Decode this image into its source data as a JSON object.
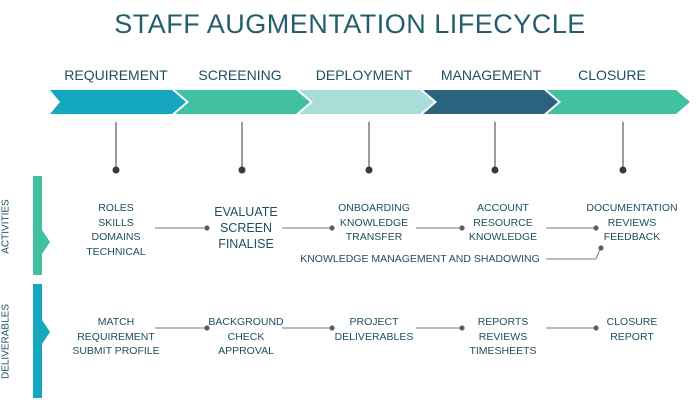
{
  "title": "STAFF AUGMENTATION LIFECYCLE",
  "phases": [
    {
      "label": "REQUIREMENT",
      "color": "#14a7be"
    },
    {
      "label": "SCREENING",
      "color": "#42c0a2"
    },
    {
      "label": "DEPLOYMENT",
      "color": "#a9ddd7"
    },
    {
      "label": "MANAGEMENT",
      "color": "#2a6380"
    },
    {
      "label": "CLOSURE",
      "color": "#42c0a2"
    }
  ],
  "rows": {
    "activities": {
      "label": "ACTIVITIES",
      "color": "#42c0a2",
      "items": [
        "ROLES\nSKILLS\nDOMAINS\nTECHNICAL",
        "EVALUATE\nSCREEN\nFINALISE",
        "ONBOARDING\nKNOWLEDGE\nTRANSFER",
        "ACCOUNT\nRESOURCE\nKNOWLEDGE",
        "DOCUMENTATION\nREVIEWS\nFEEDBACK"
      ],
      "extra": "KNOWLEDGE MANAGEMENT AND SHADOWING"
    },
    "deliverables": {
      "label": "DELIVERABLES",
      "color": "#14a7be",
      "items": [
        "MATCH\nREQUIREMENT\nSUBMIT PROFILE",
        "BACKGROUND\nCHECK\nAPPROVAL",
        "PROJECT\nDELIVERABLES",
        "REPORTS\nREVIEWS\nTIMESHEETS",
        "CLOSURE\nREPORT"
      ]
    }
  }
}
